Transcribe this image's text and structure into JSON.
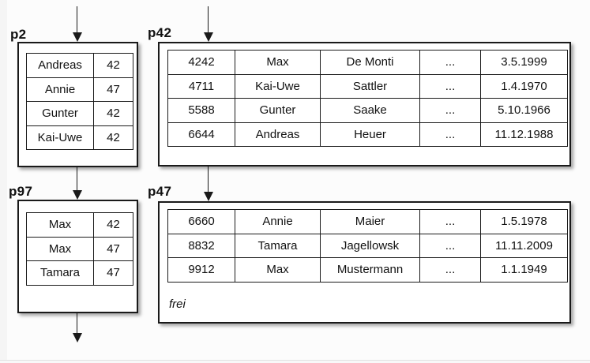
{
  "colors": {
    "line": "#1a1a1a",
    "box_background": "#ffffff",
    "canvas_background": "#fcfcfc",
    "left_margin_strip": "#f5f5f5",
    "bottom_edge_line": "#e2e2e2"
  },
  "pages": {
    "p2": {
      "label": "p2",
      "rows": [
        [
          "Andreas",
          "42"
        ],
        [
          "Annie",
          "47"
        ],
        [
          "Gunter",
          "42"
        ],
        [
          "Kai-Uwe",
          "42"
        ]
      ]
    },
    "p42": {
      "label": "p42",
      "rows": [
        [
          "4242",
          "Max",
          "De Monti",
          "...",
          "3.5.1999"
        ],
        [
          "4711",
          "Kai-Uwe",
          "Sattler",
          "...",
          "1.4.1970"
        ],
        [
          "5588",
          "Gunter",
          "Saake",
          "...",
          "5.10.1966"
        ],
        [
          "6644",
          "Andreas",
          "Heuer",
          "...",
          "11.12.1988"
        ]
      ]
    },
    "p97": {
      "label": "p97",
      "rows": [
        [
          "Max",
          "42"
        ],
        [
          "Max",
          "47"
        ],
        [
          "Tamara",
          "47"
        ]
      ]
    },
    "p47": {
      "label": "p47",
      "rows": [
        [
          "6660",
          "Annie",
          "Maier",
          "...",
          "1.5.1978"
        ],
        [
          "8832",
          "Tamara",
          "Jagellowsk",
          "...",
          "11.11.2009"
        ],
        [
          "9912",
          "Max",
          "Mustermann",
          "...",
          "1.1.1949"
        ]
      ],
      "free_label": "frei"
    }
  }
}
